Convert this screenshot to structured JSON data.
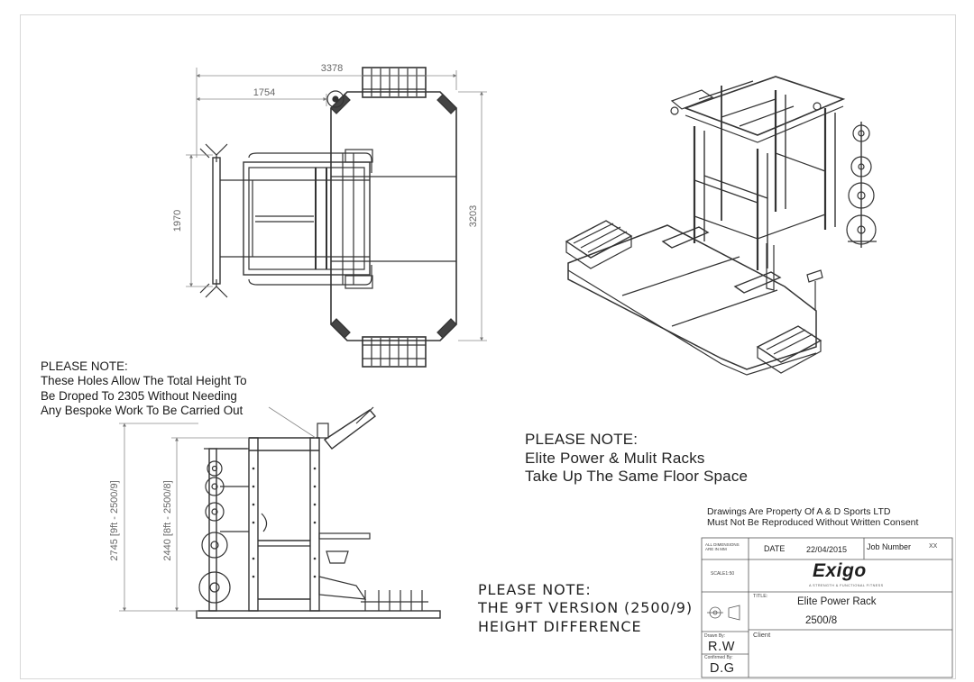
{
  "dimensions": {
    "overall_width": "3378",
    "rack_width": "1754",
    "rack_depth": "1970",
    "platform_length": "3203",
    "height_9ft": "2745 [9ft - 2500/9]",
    "height_8ft": "2440 [8ft - 2500/8]"
  },
  "notes": {
    "holes": {
      "heading": "PLEASE NOTE:",
      "line1": "These Holes Allow The Total Height To",
      "line2": "Be Droped To 2305 Without Needing",
      "line3": "Any Bespoke Work To Be Carried Out"
    },
    "floor": {
      "heading": "PLEASE NOTE:",
      "line1": "Elite Power & Mulit Racks",
      "line2": "Take Up The Same Floor Space"
    },
    "nine_ft": {
      "heading": "PLEASE NOTE:",
      "line1": "THE 9FT VERSION (2500/9)",
      "line2": "HEIGHT DIFFERENCE"
    }
  },
  "title_block": {
    "property_line1": "Drawings Are Property Of A & D Sports LTD",
    "property_line2": "Must Not Be Reproduced Without Written Consent",
    "all_dims_line1": "ALL DIMENSIONS",
    "all_dims_line2": "ARE IN MM",
    "date_label": "DATE",
    "date_value": "22/04/2015",
    "job_label": "Job Number",
    "job_value": "XX",
    "scale": "SCALE1:50",
    "brand": "Exigo",
    "tagline": "A STRENGTH & FUNCTIONAL FITNESS",
    "title_label": "TITLE:",
    "title_value": "Elite Power Rack",
    "model": "2500/8",
    "client_label": "Client",
    "drawn_label": "Drawn By:",
    "drawn_value": "R.W",
    "confirmed_label": "Confirmed By:",
    "confirmed_value": "D.G"
  }
}
